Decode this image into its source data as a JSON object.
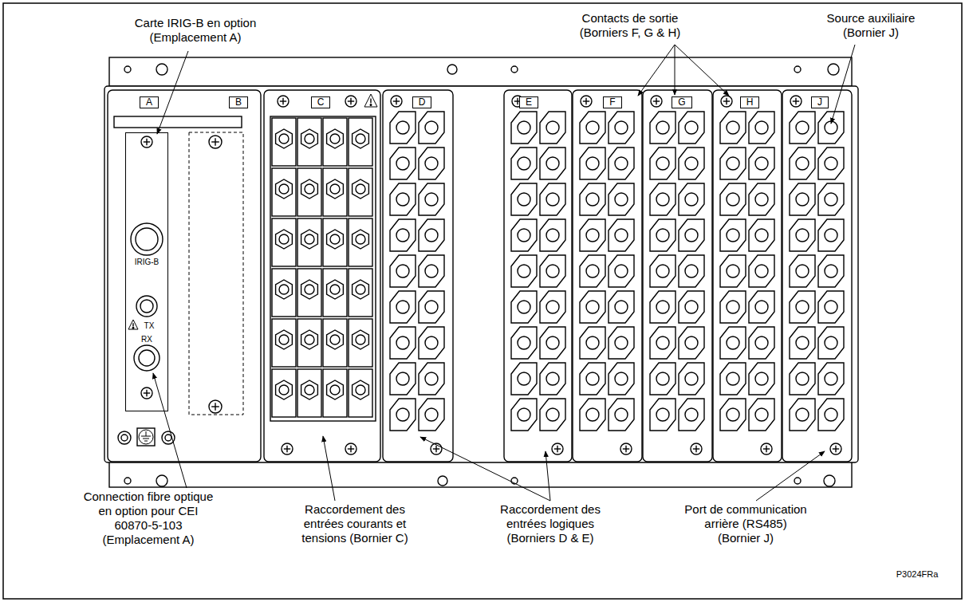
{
  "diagram": {
    "nodes": [
      {
        "text": [
          "A"
        ]
      },
      {
        "text": [
          "B"
        ]
      },
      {
        "text": [
          "C"
        ]
      },
      {
        "text": [
          "D"
        ]
      },
      {
        "text": [
          "E"
        ]
      },
      {
        "text": [
          "F"
        ]
      },
      {
        "text": [
          "G"
        ]
      },
      {
        "text": [
          "H"
        ]
      },
      {
        "text": [
          "J"
        ]
      },
      {
        "text": [
          "IRIG-B",
          "TX",
          "RX"
        ]
      }
    ],
    "labels": [
      "Carte IRIG-B en option (Emplacement A)",
      "Contacts de sortie (Borniers F, G & H)",
      "Source auxiliaire (Bornier J)",
      "Connection fibre optique en option pour CEI 60870-5-103 (Emplacement A)",
      "Raccordement des entrées courants et tensions (Bornier C)",
      "Raccordement des entrées logiques (Borniers D & E)",
      "Port de communication arrière (RS485) (Bornier J)",
      "P3024FRa"
    ]
  }
}
